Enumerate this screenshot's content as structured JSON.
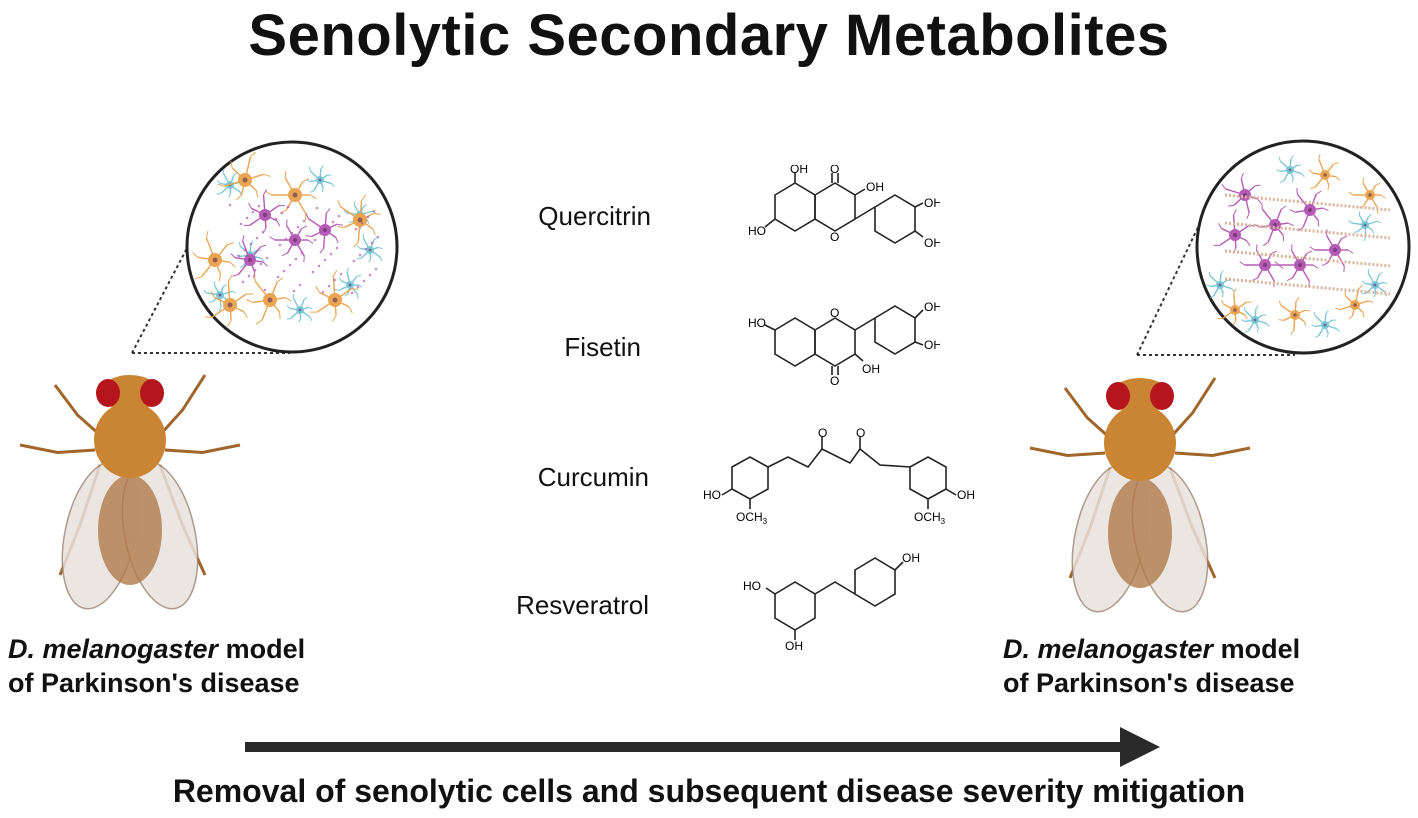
{
  "title": "Senolytic Secondary Metabolites",
  "compounds": [
    {
      "name": "Quercitrin"
    },
    {
      "name": "Fisetin"
    },
    {
      "name": "Curcumin"
    },
    {
      "name": "Resveratrol"
    }
  ],
  "left_caption": {
    "italic": "D. melanogaster",
    "rest": " model",
    "line2": "of Parkinson's disease"
  },
  "right_caption": {
    "italic": "D. melanogaster",
    "rest": " model",
    "line2": "of Parkinson's disease"
  },
  "arrow_caption": "Removal of senolytic cells and subsequent disease severity mitigation",
  "structure_labels": {
    "oh": "OH",
    "ho": "HO",
    "o": "O",
    "och3": "OCH",
    "sub3": "3"
  },
  "colors": {
    "text": "#111111",
    "arrow": "#2a2a2a",
    "neuron": "#b55bb5",
    "astrocyte": "#e9a552",
    "microglia": "#7cc6d6",
    "fly_body": "#c98434",
    "fly_eye": "#b5161d"
  }
}
